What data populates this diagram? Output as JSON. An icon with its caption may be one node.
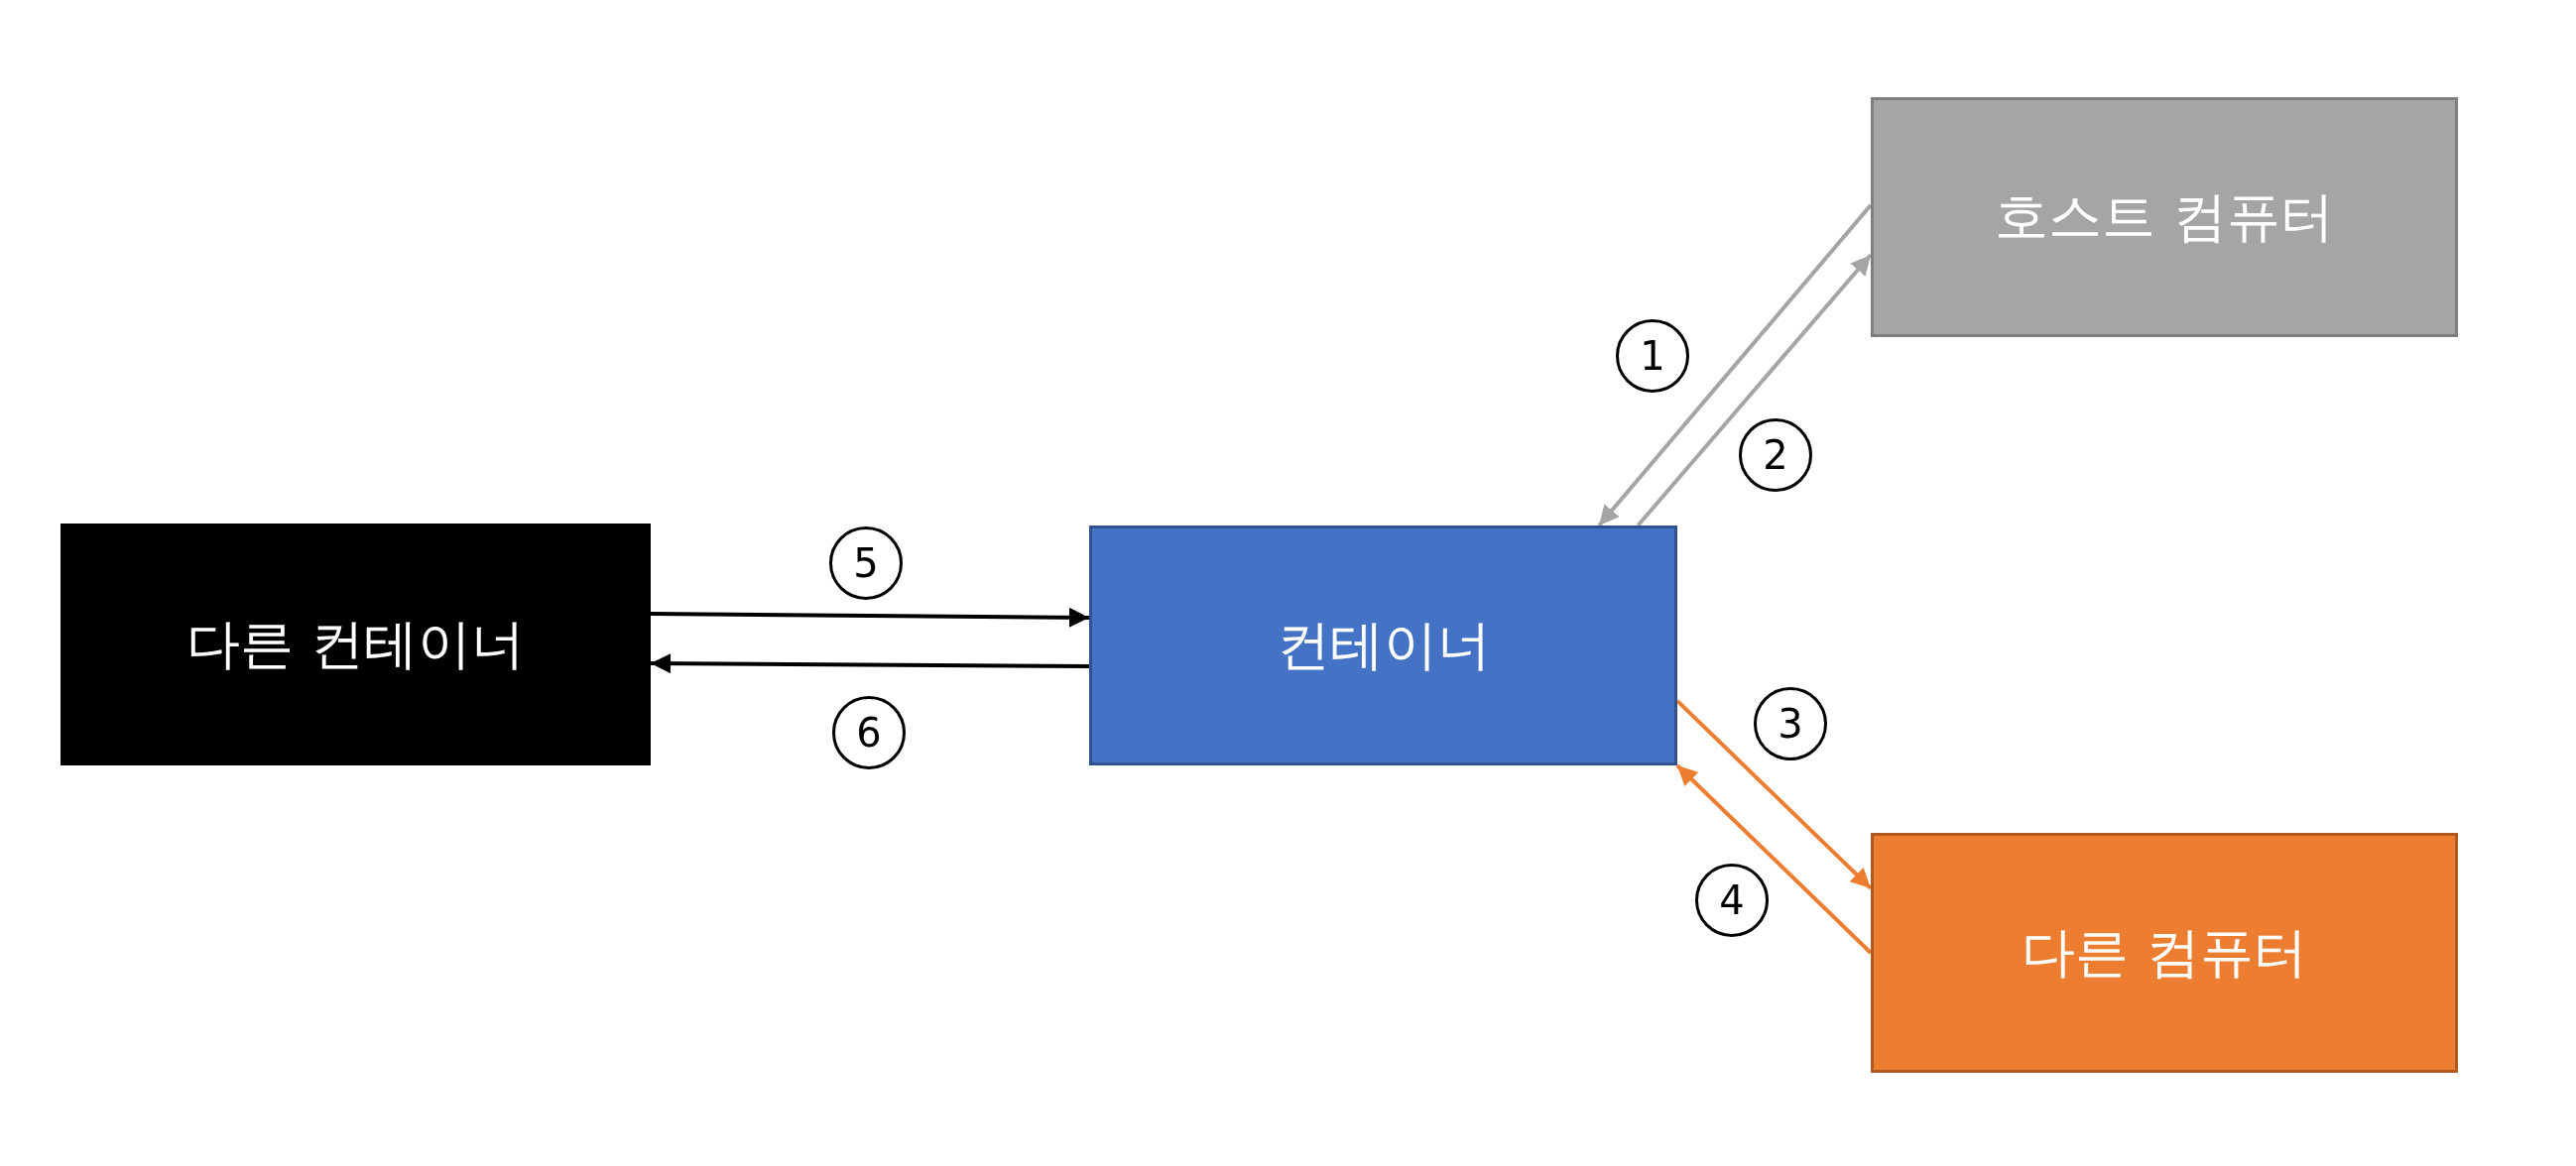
{
  "diagram": {
    "nodes": [
      {
        "text": [
          "호스트 컴퓨터"
        ]
      },
      {
        "text": [
          "다른 컨테이너"
        ]
      },
      {
        "text": [
          "컨테이너"
        ]
      },
      {
        "text": [
          "다른 컴퓨터"
        ]
      }
    ],
    "edges": [
      {
        "from": 0,
        "to": 2,
        "arrow": "to",
        "label": "1",
        "color": "#a5a5a5"
      },
      {
        "from": 2,
        "to": 0,
        "arrow": "to",
        "label": "2",
        "color": "#a5a5a5"
      },
      {
        "from": 2,
        "to": 3,
        "arrow": "to",
        "label": "3",
        "color": "#ed7d31"
      },
      {
        "from": 3,
        "to": 2,
        "arrow": "to",
        "label": "4",
        "color": "#ed7d31"
      },
      {
        "from": 1,
        "to": 2,
        "arrow": "to",
        "label": "5",
        "color": "#000000"
      },
      {
        "from": 2,
        "to": 1,
        "arrow": "to",
        "label": "6",
        "color": "#000000"
      }
    ]
  }
}
